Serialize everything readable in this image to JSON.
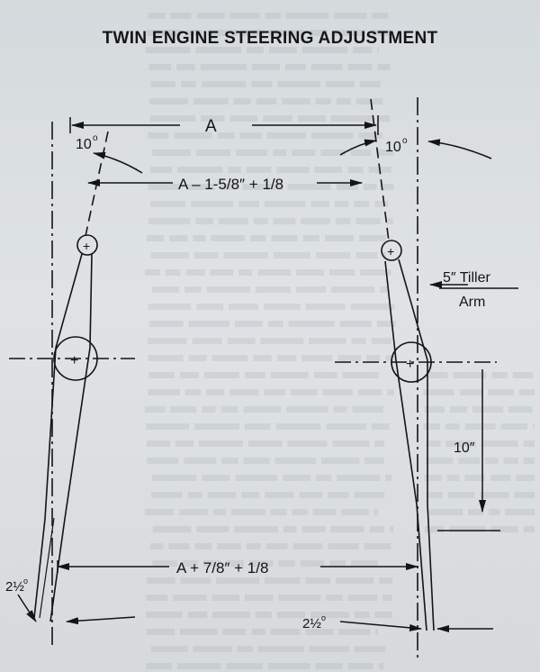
{
  "title": "TWIN ENGINE STEERING ADJUSTMENT",
  "labels": {
    "dim_a": "A",
    "angle_left": "10",
    "angle_right": "10",
    "dim_a_minus": "A – 1-5/8″ + 1/8",
    "tiller_1": "5″ Tiller",
    "tiller_2": "Arm",
    "ten_inch": "10″",
    "dim_a_plus": "A + 7/8″ + 1/8",
    "toe_left": "2½",
    "toe_right": "2½",
    "degree": "o",
    "plus": "+"
  },
  "colors": {
    "ink": "#141414",
    "paper": "#dadee1",
    "bleed": "#8a9196"
  }
}
